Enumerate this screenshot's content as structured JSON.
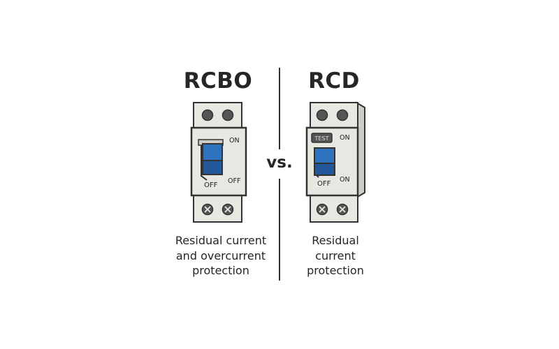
{
  "left": {
    "title": "RCBO",
    "on_label": "ON",
    "off_label_handle": "OFF",
    "off_label_side": "OFF",
    "caption": [
      "Residual current",
      "and overcurrent",
      "protection"
    ]
  },
  "right": {
    "title": "RCD",
    "test_label": "TEST",
    "on_label": "ON",
    "off_label": "OFF",
    "caption": [
      "Residual",
      "current",
      "protection"
    ]
  },
  "vs_label": "vs.",
  "colors": {
    "outline": "#333333",
    "body": "#e9e7e2",
    "body_shade": "#d8d5cf",
    "toggle_blue": "#2f72bf",
    "toggle_blue_dark": "#22579a",
    "terminal": "#555555",
    "test_button": "#555555"
  }
}
